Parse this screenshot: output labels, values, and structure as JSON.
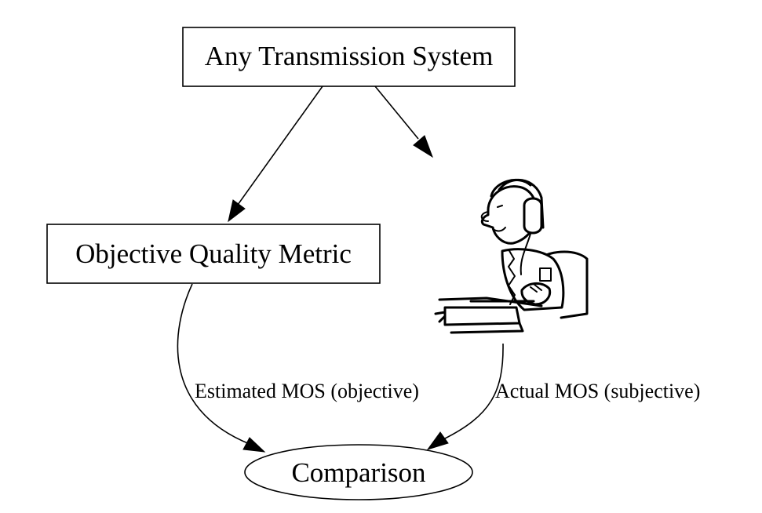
{
  "nodes": {
    "transmission": "Any Transmission System",
    "metric": "Objective Quality Metric",
    "comparison": "Comparison"
  },
  "edges": {
    "estimated": "Estimated MOS (objective)",
    "actual": "Actual MOS (subjective)"
  },
  "illustration": {
    "icon": "listener-with-headphones-icon"
  }
}
